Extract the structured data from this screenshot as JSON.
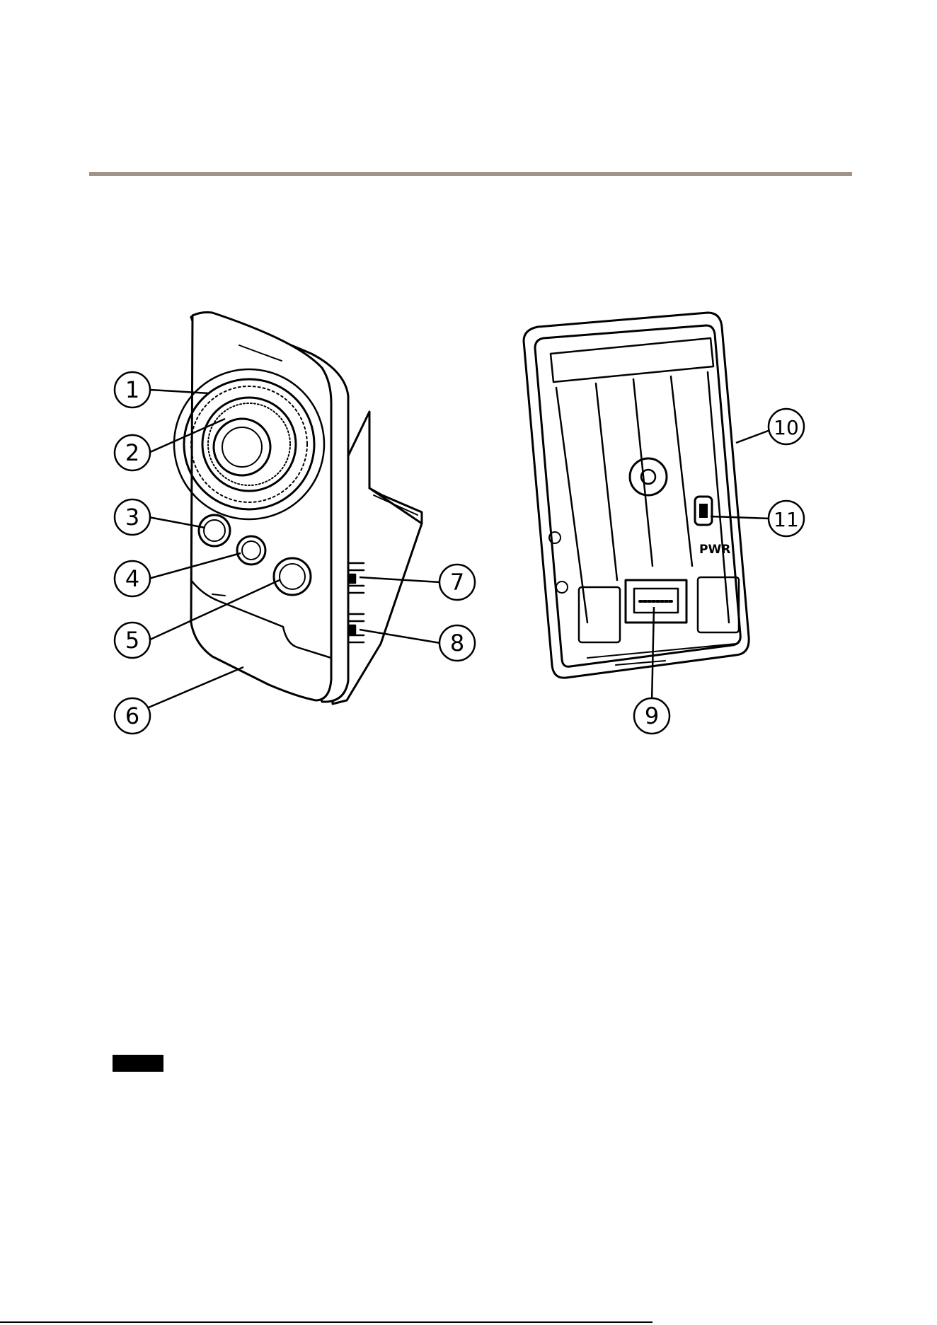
{
  "header": {
    "rule_color": "#a09488"
  },
  "callouts": [
    {
      "n": "1"
    },
    {
      "n": "2"
    },
    {
      "n": "3"
    },
    {
      "n": "4"
    },
    {
      "n": "5"
    },
    {
      "n": "6"
    },
    {
      "n": "7"
    },
    {
      "n": "8"
    },
    {
      "n": "9"
    },
    {
      "n": "10"
    },
    {
      "n": "11"
    }
  ],
  "back_view": {
    "port_label": "PWR"
  },
  "note": {
    "label": ""
  }
}
